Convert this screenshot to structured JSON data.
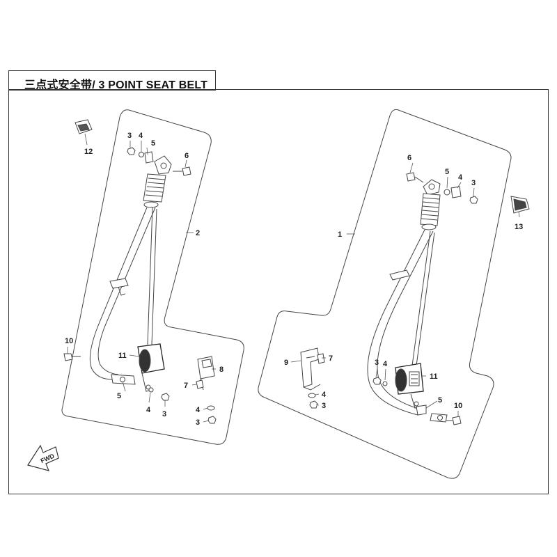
{
  "title": "三点式安全带/ 3 POINT SEAT BELT",
  "fwd_label": "FWD",
  "callouts": {
    "c1": "1",
    "c2": "2",
    "c3a": "3",
    "c3b": "3",
    "c3c": "3",
    "c3d": "3",
    "c3e": "3",
    "c3f": "3",
    "c4a": "4",
    "c4b": "4",
    "c4c": "4",
    "c4d": "4",
    "c4e": "4",
    "c5a": "5",
    "c5b": "5",
    "c5c": "5",
    "c5d": "5",
    "c6a": "6",
    "c6b": "6",
    "c7a": "7",
    "c7b": "7",
    "c8": "8",
    "c9": "9",
    "c10a": "10",
    "c10b": "10",
    "c11a": "11",
    "c11b": "11",
    "c12": "12",
    "c13": "13"
  }
}
